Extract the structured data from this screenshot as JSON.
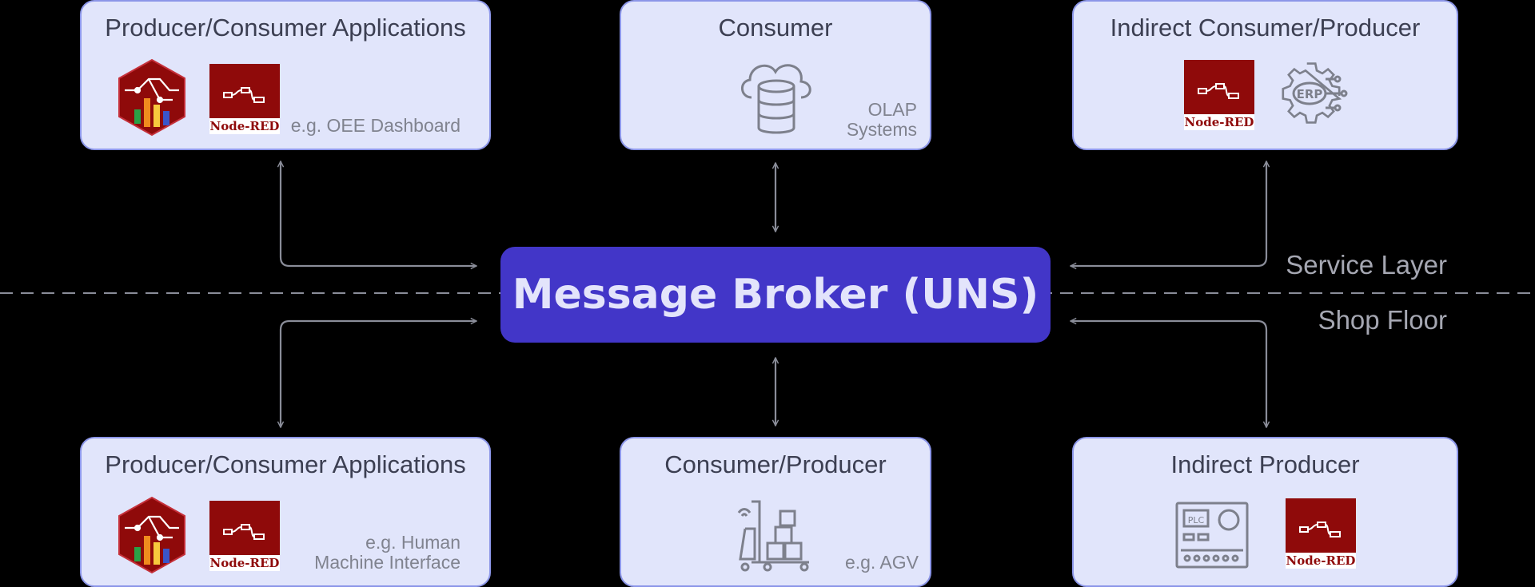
{
  "broker": {
    "label": "Message Broker (UNS)"
  },
  "layers": {
    "upper": "Service Layer",
    "lower": "Shop Floor"
  },
  "boxes": {
    "top_left": {
      "title": "Producer/Consumer Applications",
      "note": "e.g. OEE Dashboard"
    },
    "top_center": {
      "title": "Consumer",
      "note_line1": "OLAP",
      "note_line2": "Systems"
    },
    "top_right": {
      "title": "Indirect Consumer/Producer"
    },
    "bottom_left": {
      "title": "Producer/Consumer Applications",
      "note_line1": "e.g. Human",
      "note_line2": "Machine Interface"
    },
    "bottom_center": {
      "title": "Consumer/Producer",
      "note": "e.g. AGV"
    },
    "bottom_right": {
      "title": "Indirect Producer"
    }
  },
  "logos": {
    "node_red": "Node-RED",
    "erp": "ERP",
    "plc": "PLC"
  },
  "icons": [
    "dashboard-hexagon-icon",
    "node-red-icon",
    "cloud-database-icon",
    "erp-gear-icon",
    "agv-forklift-icon",
    "plc-panel-icon"
  ],
  "colors": {
    "box_fill": "#e1e5fb",
    "box_border": "#8c96e8",
    "broker_fill": "#4236c8",
    "node_red": "#8f0a0a",
    "lines": "#8a8d99"
  }
}
